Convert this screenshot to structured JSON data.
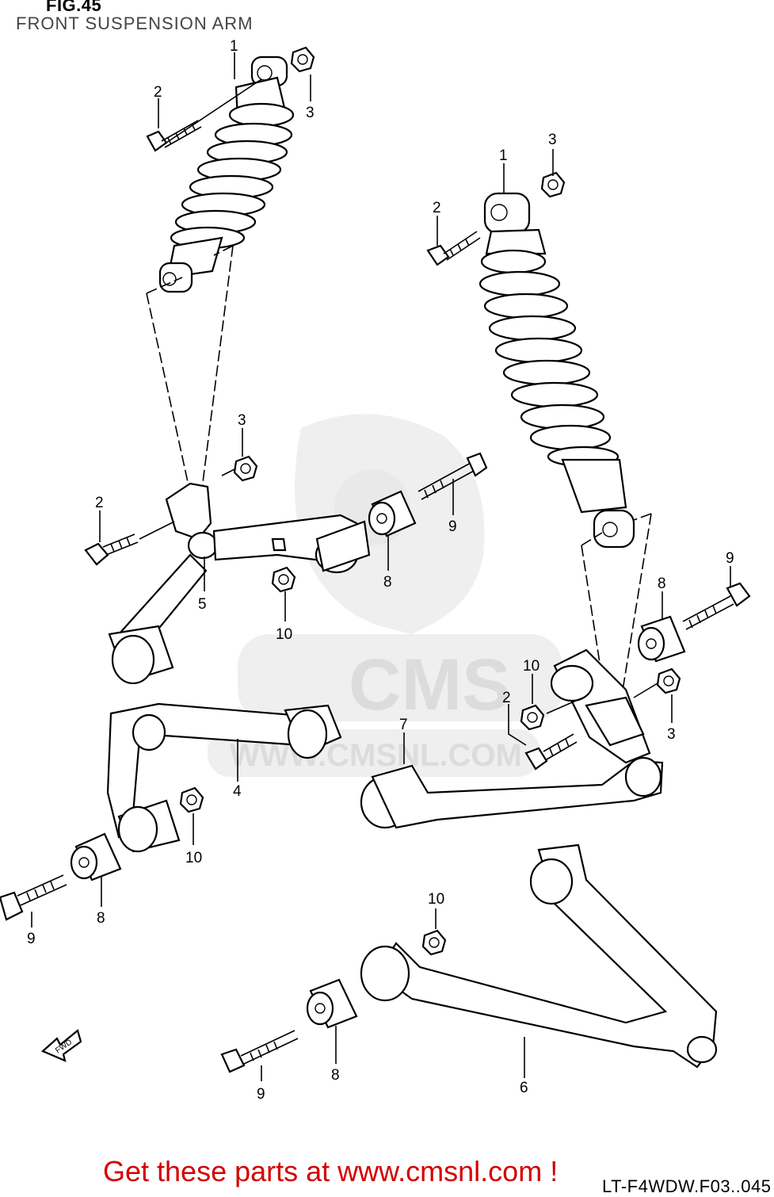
{
  "header": {
    "fig_label": "FIG.45",
    "subtitle": "FRONT SUSPENSION ARM"
  },
  "watermark": {
    "logo_text": "CMS",
    "url_text": "WWW.CMSNL.COM"
  },
  "callouts": {
    "shock_left": "1",
    "bolt_left_top": "2",
    "nut_left_top": "3",
    "shock_right": "1",
    "bolt_right_top": "2",
    "nut_right_top": "3",
    "nut_left_mid": "3",
    "bolt_left_mid": "2",
    "bolt_left_arm": "9",
    "bushing_left_arm": "8",
    "bracket_left": "5",
    "nut_left_arm": "10",
    "bushing_right": "8",
    "bolt_right_far": "9",
    "nut_right_mid": "10",
    "bolt_right_mid": "2",
    "nut_right_arm": "3",
    "arm_upper_right": "7",
    "arm_upper_left": "4",
    "nut_upper_left": "10",
    "bushing_lower_left": "8",
    "bolt_lower_left": "9",
    "nut_lower_right": "10",
    "bushing_lower_right": "8",
    "bolt_lower_right": "9",
    "arm_lower_right": "6"
  },
  "fwd_label": "FWD",
  "footer": {
    "link_text": "Get these parts at www.cmsnl.com !",
    "ref_code": "LT-F4WDW.F03..045"
  },
  "icons": {
    "fwd_arrow": "fwd-arrow-icon"
  }
}
